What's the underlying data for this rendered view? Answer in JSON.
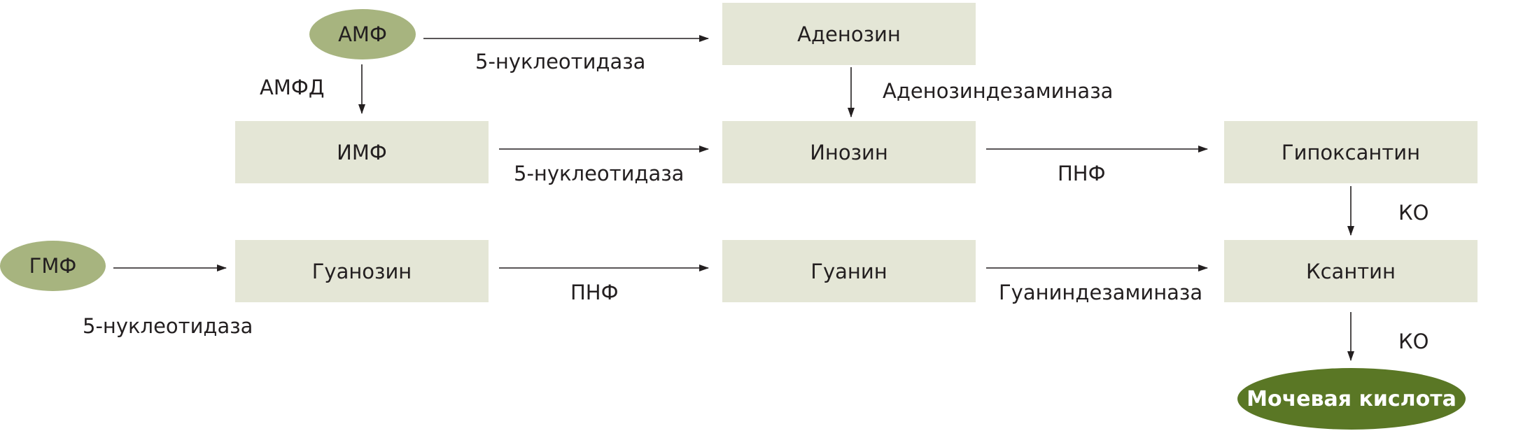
{
  "nodes": {
    "amf": "АМФ",
    "adenosine": "Аденозин",
    "imf": "ИМФ",
    "inosine": "Инозин",
    "hypoxanthine": "Гипоксантин",
    "gmf": "ГМФ",
    "guanosine": "Гуанозин",
    "guanine": "Гуанин",
    "xanthine": "Ксантин",
    "uric_acid": "Мочевая кислота"
  },
  "enzymes": {
    "amf_to_adenosine": "5-нуклеотидаза",
    "amf_to_imf": "АМФД",
    "adenosine_to_inosine": "Аденозиндезаминаза",
    "imf_to_inosine": "5-нуклеотидаза",
    "inosine_to_hypoxanthine": "ПНФ",
    "hypoxanthine_to_xanthine": "КО",
    "gmf_to_guanosine": "5-нуклеотидаза",
    "guanosine_to_guanine": "ПНФ",
    "guanine_to_xanthine": "Гуаниндезаминаза",
    "xanthine_to_uric_acid": "КО"
  },
  "colors": {
    "box_fill": "#e4e6d6",
    "oval_fill": "#a7b47f",
    "final_fill": "#5a7725",
    "arrow": "#231f20"
  }
}
